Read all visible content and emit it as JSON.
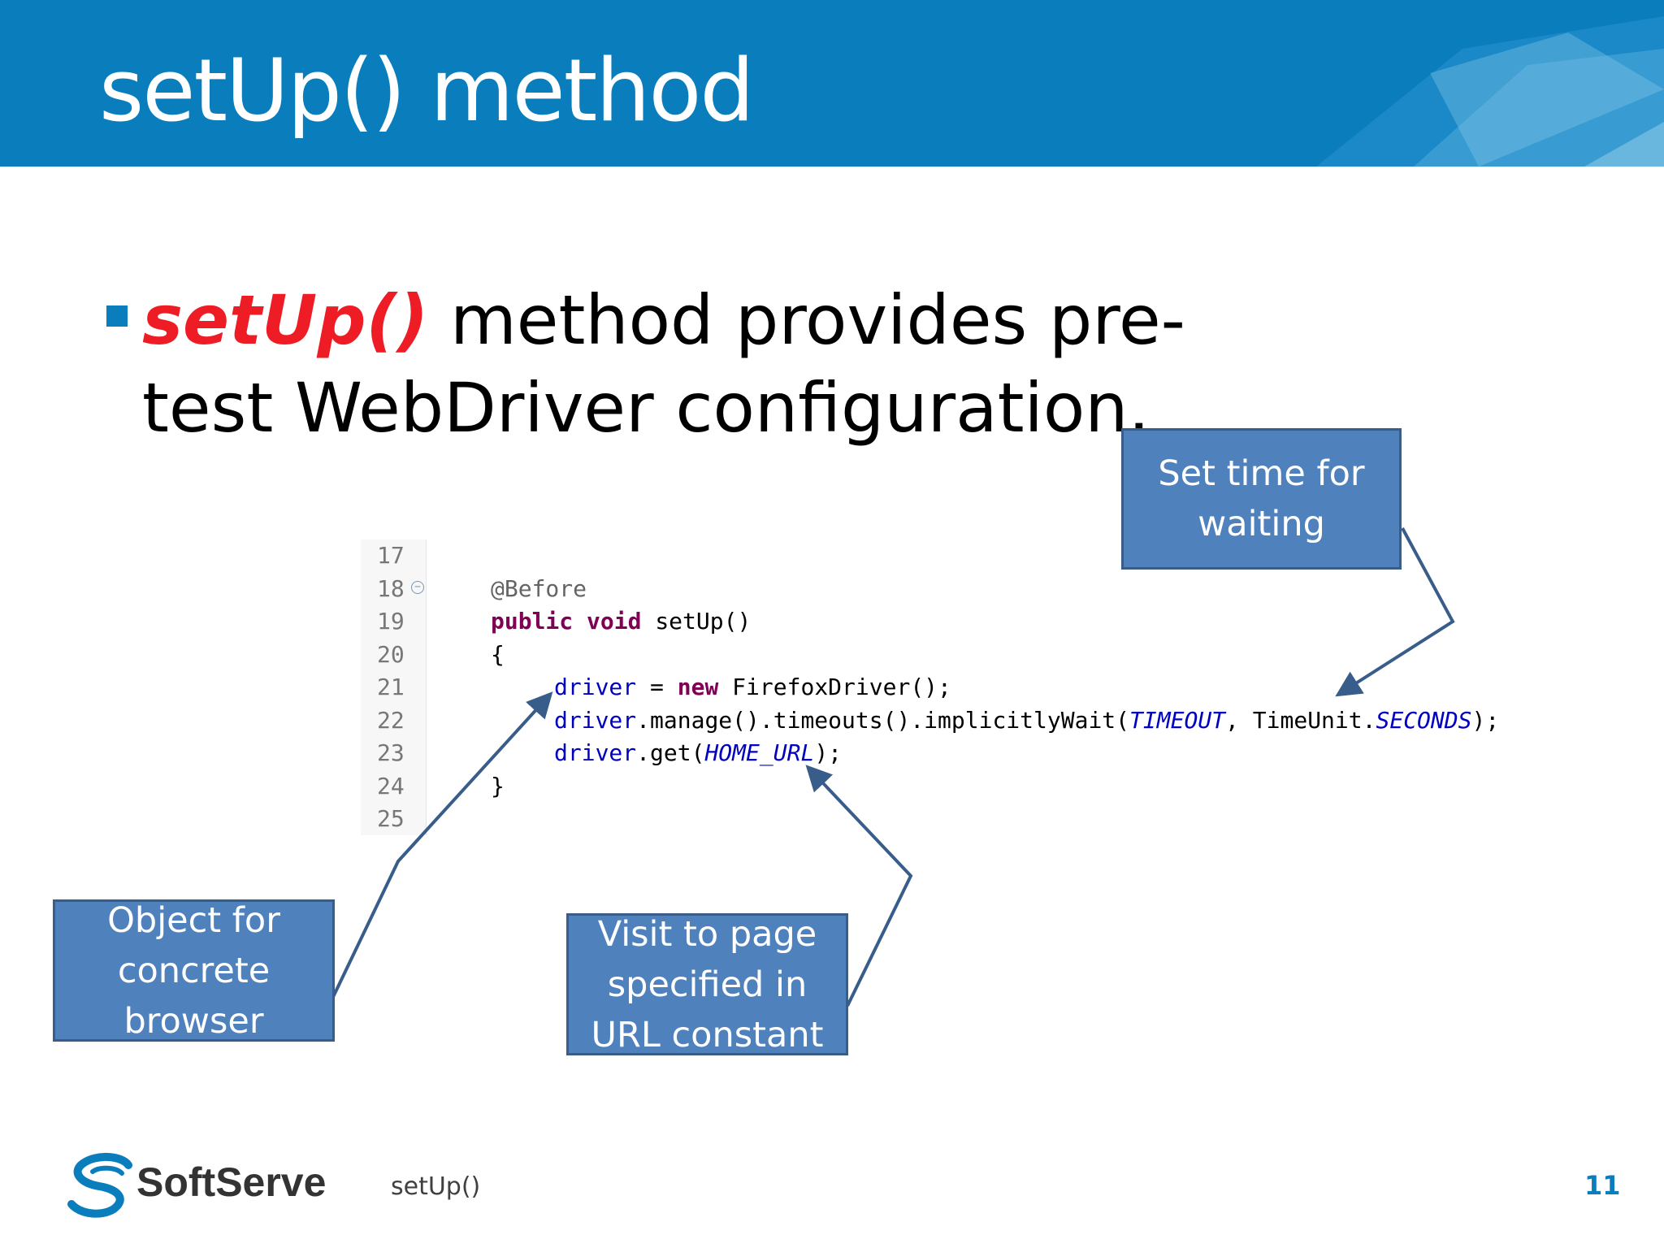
{
  "slide": {
    "title": "setUp() method",
    "bullet": {
      "emphasis": "setUp()",
      "text": " method provides pre-test WebDriver configuration."
    },
    "colors": {
      "header": "#0a7dbd",
      "emphasis": "#ee1c24",
      "callout": "#4f81bd",
      "callout_border": "#385d8a"
    }
  },
  "code": {
    "line_numbers": [
      "17",
      "18",
      "19",
      "20",
      "21",
      "22",
      "23",
      "24",
      "25"
    ],
    "lines": {
      "l18": "@Before",
      "l19_kw1": "public",
      "l19_kw2": "void",
      "l19_rest": "setUp()",
      "l20": "{",
      "l21_var": "driver",
      "l21_eq": " = ",
      "l21_kw": "new",
      "l21_rest": " FirefoxDriver();",
      "l22_var": "driver",
      "l22_mid": ".manage().timeouts().implicitlyWait(",
      "l22_c1": "TIMEOUT",
      "l22_mid2": ", TimeUnit.",
      "l22_c2": "SECONDS",
      "l22_end": ");",
      "l23_var": "driver",
      "l23_mid": ".get(",
      "l23_c": "HOME_URL",
      "l23_end": ");",
      "l24": "}"
    },
    "fold_icon": "collapse-icon"
  },
  "callouts": {
    "wait": "Set time for\nwaiting",
    "browser": "Object for\nconcrete\nbrowser",
    "visit": "Visit to page\nspecified in\nURL constant"
  },
  "footer": {
    "logo_text": "SoftServe",
    "logo_icon": "softserve-logo-icon",
    "label": "setUp()",
    "page_number": "11"
  }
}
